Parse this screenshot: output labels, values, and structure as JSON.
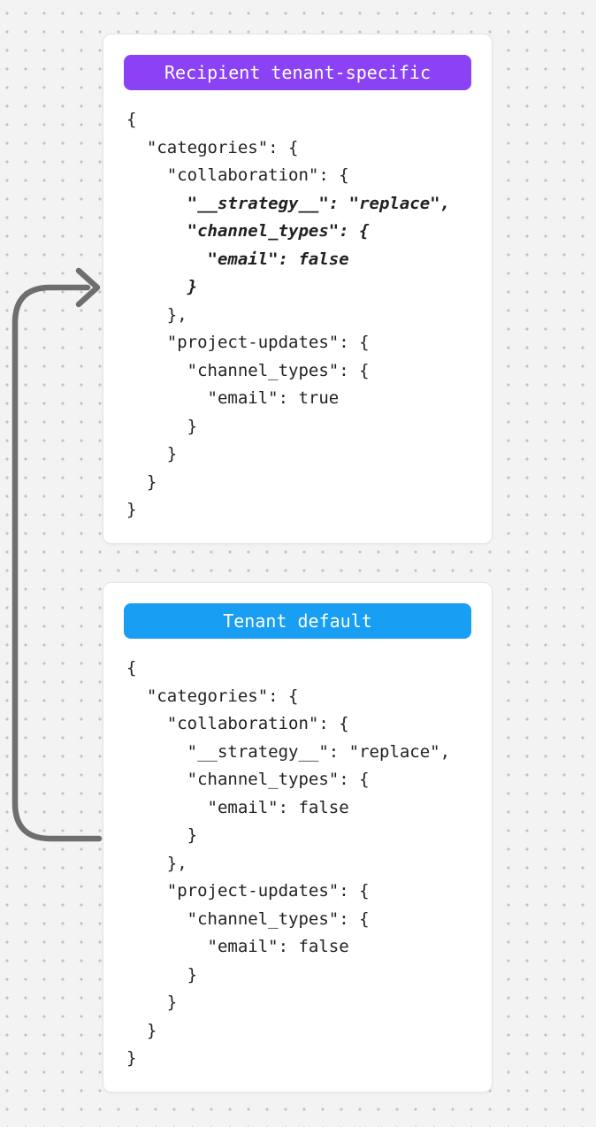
{
  "colors": {
    "page_background": "#f3f3f4",
    "dot": "#c2c2c2",
    "card_border": "#e5e5e5",
    "code_text": "#1f2023",
    "arrow": "#6e6e6e",
    "badge_purple": "#8b42f5",
    "badge_blue": "#189ef2"
  },
  "cards": [
    {
      "badge": {
        "label": "Recipient tenant-specific",
        "color": "#8b42f5",
        "text_color": "#ffffff"
      },
      "lines": [
        {
          "text": "{",
          "em": false
        },
        {
          "text": "  \"categories\": {",
          "em": false
        },
        {
          "text": "    \"collaboration\": {",
          "em": false
        },
        {
          "text": "      \"__strategy__\": \"replace\",",
          "em": true
        },
        {
          "text": "      \"channel_types\": {",
          "em": true
        },
        {
          "text": "        \"email\": false",
          "em": true
        },
        {
          "text": "      }",
          "em": true
        },
        {
          "text": "    },",
          "em": false
        },
        {
          "text": "    \"project-updates\": {",
          "em": false
        },
        {
          "text": "      \"channel_types\": {",
          "em": false
        },
        {
          "text": "        \"email\": true",
          "em": false
        },
        {
          "text": "      }",
          "em": false
        },
        {
          "text": "    }",
          "em": false
        },
        {
          "text": "  }",
          "em": false
        },
        {
          "text": "}",
          "em": false
        }
      ]
    },
    {
      "badge": {
        "label": "Tenant default",
        "color": "#189ef2",
        "text_color": "#ffffff"
      },
      "lines": [
        {
          "text": "{",
          "em": false
        },
        {
          "text": "  \"categories\": {",
          "em": false
        },
        {
          "text": "    \"collaboration\": {",
          "em": false
        },
        {
          "text": "      \"__strategy__\": \"replace\",",
          "em": false
        },
        {
          "text": "      \"channel_types\": {",
          "em": false
        },
        {
          "text": "        \"email\": false",
          "em": false
        },
        {
          "text": "      }",
          "em": false
        },
        {
          "text": "    },",
          "em": false
        },
        {
          "text": "    \"project-updates\": {",
          "em": false
        },
        {
          "text": "      \"channel_types\": {",
          "em": false
        },
        {
          "text": "        \"email\": false",
          "em": false
        },
        {
          "text": "      }",
          "em": false
        },
        {
          "text": "    }",
          "em": false
        },
        {
          "text": "  }",
          "em": false
        },
        {
          "text": "}",
          "em": false
        }
      ]
    }
  ]
}
